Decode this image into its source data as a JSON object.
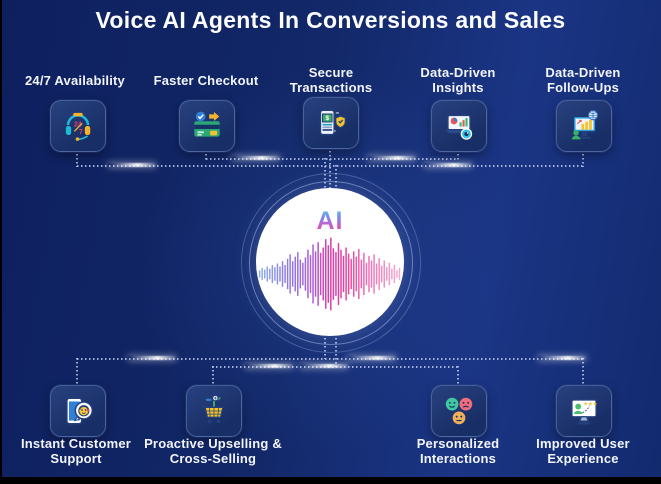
{
  "title": "Voice AI Agents In Conversions and Sales",
  "center": {
    "label": "AI",
    "waveform_bars": [
      10,
      16,
      12,
      20,
      14,
      24,
      18,
      28,
      20,
      34,
      24,
      40,
      52,
      34,
      46,
      58,
      38,
      30,
      44,
      64,
      50,
      78,
      60,
      84,
      56,
      70,
      92,
      76,
      96,
      68,
      58,
      82,
      64,
      48,
      70,
      54,
      40,
      60,
      46,
      66,
      38,
      56,
      30,
      48,
      36,
      52,
      28,
      42,
      22,
      36,
      18,
      30,
      14,
      24,
      10,
      16
    ]
  },
  "features_top": [
    {
      "label": "24/7 Availability",
      "icon": "headset-24-7-icon"
    },
    {
      "label": "Faster Checkout",
      "icon": "credit-card-checkout-icon"
    },
    {
      "label": "Secure Transactions",
      "icon": "secure-payment-shield-icon"
    },
    {
      "label": "Data-Driven Insights",
      "icon": "analytics-laptop-icon"
    },
    {
      "label": "Data-Driven Follow-Ups",
      "icon": "follow-up-monitor-icon"
    }
  ],
  "features_bottom": [
    {
      "label": "Instant Customer Support",
      "icon": "support-phone-icon"
    },
    {
      "label": "Proactive Upselling & Cross-Selling",
      "icon": "upsell-cart-icon"
    },
    {
      "label": "Personalized Interactions",
      "icon": "emoji-faces-icon"
    },
    {
      "label": "Improved User Experience",
      "icon": "ux-monitor-icon"
    }
  ],
  "colors": {
    "background": "#122868",
    "tile": "#22397a",
    "line": "#b9c8ee",
    "accent_cyan": "#55cdf2",
    "accent_pink": "#e8449f",
    "accent_yellow": "#f2c32b",
    "accent_teal": "#1fb9d8"
  }
}
